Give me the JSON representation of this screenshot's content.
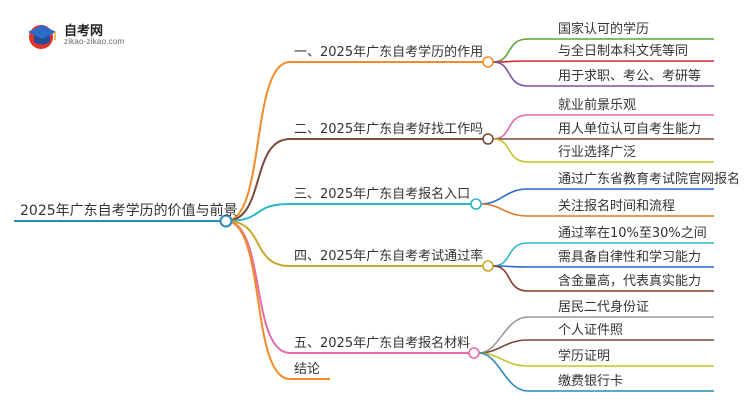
{
  "logo": {
    "title": "自考网",
    "url": "zikao-zikao.com"
  },
  "root": {
    "label": "2025年广东自考学历的价值与前景"
  },
  "branches": [
    {
      "label": "一、2025年广东自考学历的作用",
      "color": "#f08c2a",
      "children": [
        {
          "label": "国家认可的学历",
          "color": "#5aa832"
        },
        {
          "label": "与全日制本科文凭等同",
          "color": "#d9272e"
        },
        {
          "label": "用于求职、考公、考研等",
          "color": "#7b4fa6"
        }
      ]
    },
    {
      "label": "二、2025年广东自考好找工作吗",
      "color": "#7a4a3a",
      "children": [
        {
          "label": "就业前景乐观",
          "color": "#e86aa8"
        },
        {
          "label": "用人单位认可自考生能力",
          "color": "#7a4a3a"
        },
        {
          "label": "行业选择广泛",
          "color": "#c8c02a"
        }
      ]
    },
    {
      "label": "三、2025年广东自考报名入口",
      "color": "#2ab8c8",
      "children": [
        {
          "label": "通过广东省教育考试院官网报名",
          "color": "#2a6cc8"
        },
        {
          "label": "关注报名时间和流程",
          "color": "#e07a2a"
        }
      ]
    },
    {
      "label": "四、2025年广东自考考试通过率",
      "color": "#c8a82a",
      "children": [
        {
          "label": "通过率在10%至30%之间",
          "color": "#2ab8c8"
        },
        {
          "label": "需具备自律性和学习能力",
          "color": "#2a6cc8"
        },
        {
          "label": "含金量高，代表真实能力",
          "color": "#8a3a2a"
        }
      ]
    },
    {
      "label": "五、2025年广东自考报名材料",
      "color": "#e86aa8",
      "children": [
        {
          "label": "居民二代身份证",
          "color": "#9a9a9a"
        },
        {
          "label": "个人证件照",
          "color": "#7a4a3a"
        },
        {
          "label": "学历证明",
          "color": "#c8c02a"
        },
        {
          "label": "缴费银行卡",
          "color": "#2a8ab8"
        }
      ]
    },
    {
      "label": "结论",
      "color": "#f08c2a",
      "children": []
    }
  ],
  "colors": {
    "root_line": "#2a8ab8",
    "root_node_stroke": "#2a8ab8"
  }
}
